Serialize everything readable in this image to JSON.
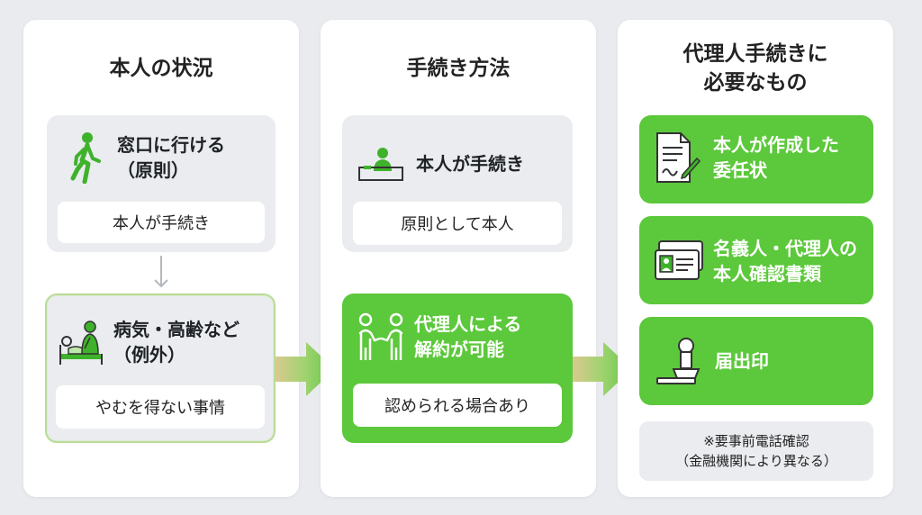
{
  "columns": [
    {
      "title": "本人の状況",
      "cards": [
        {
          "title": "窓口に行ける\n（原則）",
          "icon": "walking-person-icon",
          "pill": "本人が手続き"
        },
        {
          "title": "病気・高齢など\n（例外）",
          "icon": "sick-person-in-bed-icon",
          "pill": "やむを得ない事情"
        }
      ]
    },
    {
      "title": "手続き方法",
      "cards": [
        {
          "title": "本人が手続き",
          "icon": "person-at-counter-icon",
          "pill": "原則として本人"
        },
        {
          "title": "代理人による\n解約が可能",
          "icon": "handshake-icon",
          "pill": "認められる場合あり"
        }
      ]
    },
    {
      "title": "代理人手続きに\n必要なもの",
      "cards": [
        {
          "title": "本人が作成した\n委任状",
          "icon": "signed-document-icon"
        },
        {
          "title": "名義人・代理人の\n本人確認書類",
          "icon": "id-card-icon"
        },
        {
          "title": "届出印",
          "icon": "seal-stamp-icon"
        }
      ],
      "note": [
        "※要事前電話確認",
        "（金融機関により異なる）"
      ]
    }
  ],
  "colors": {
    "background": "#e9ebef",
    "panel": "#ffffff",
    "gray_card": "#eaecef",
    "green_card": "#5cc83b",
    "icon_green": "#3fb22b",
    "outline_light_green": "#b9dc9a"
  }
}
